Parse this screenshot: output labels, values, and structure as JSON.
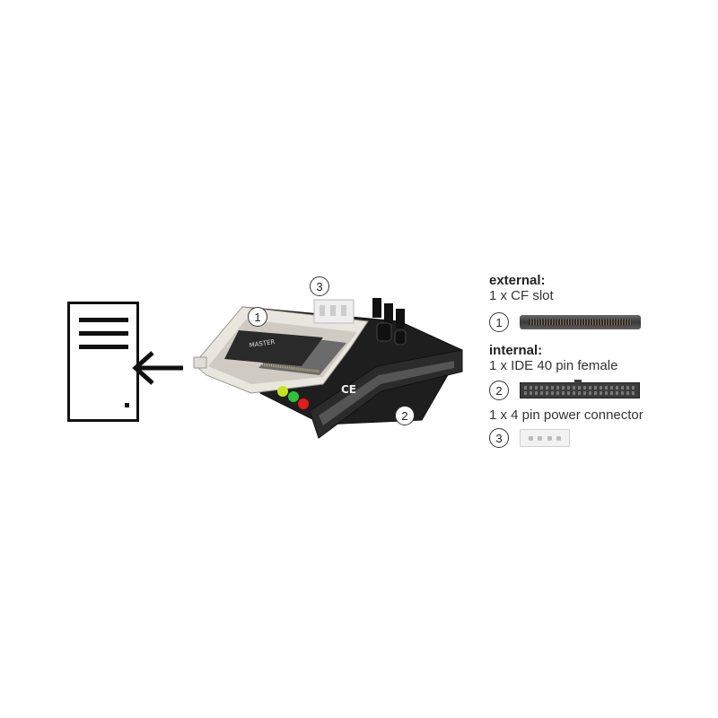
{
  "badges": {
    "one": "1",
    "two": "2",
    "three": "3"
  },
  "legend": {
    "external_heading": "external:",
    "external_item": "1 x CF slot",
    "internal_heading": "internal:",
    "internal_item_1": "1 x IDE 40 pin female",
    "internal_item_2": "1 x 4 pin power connector"
  },
  "board": {
    "cf_label": "MASTER",
    "ce_mark": "CE"
  },
  "icons": [
    "document-icon",
    "arrow-left-icon"
  ],
  "colors": {
    "board": "#1e1e1e",
    "slot": "#e9e6df",
    "led_green": "#2fc23a",
    "led_yellow": "#c8e21c",
    "led_red": "#e01d1d"
  }
}
